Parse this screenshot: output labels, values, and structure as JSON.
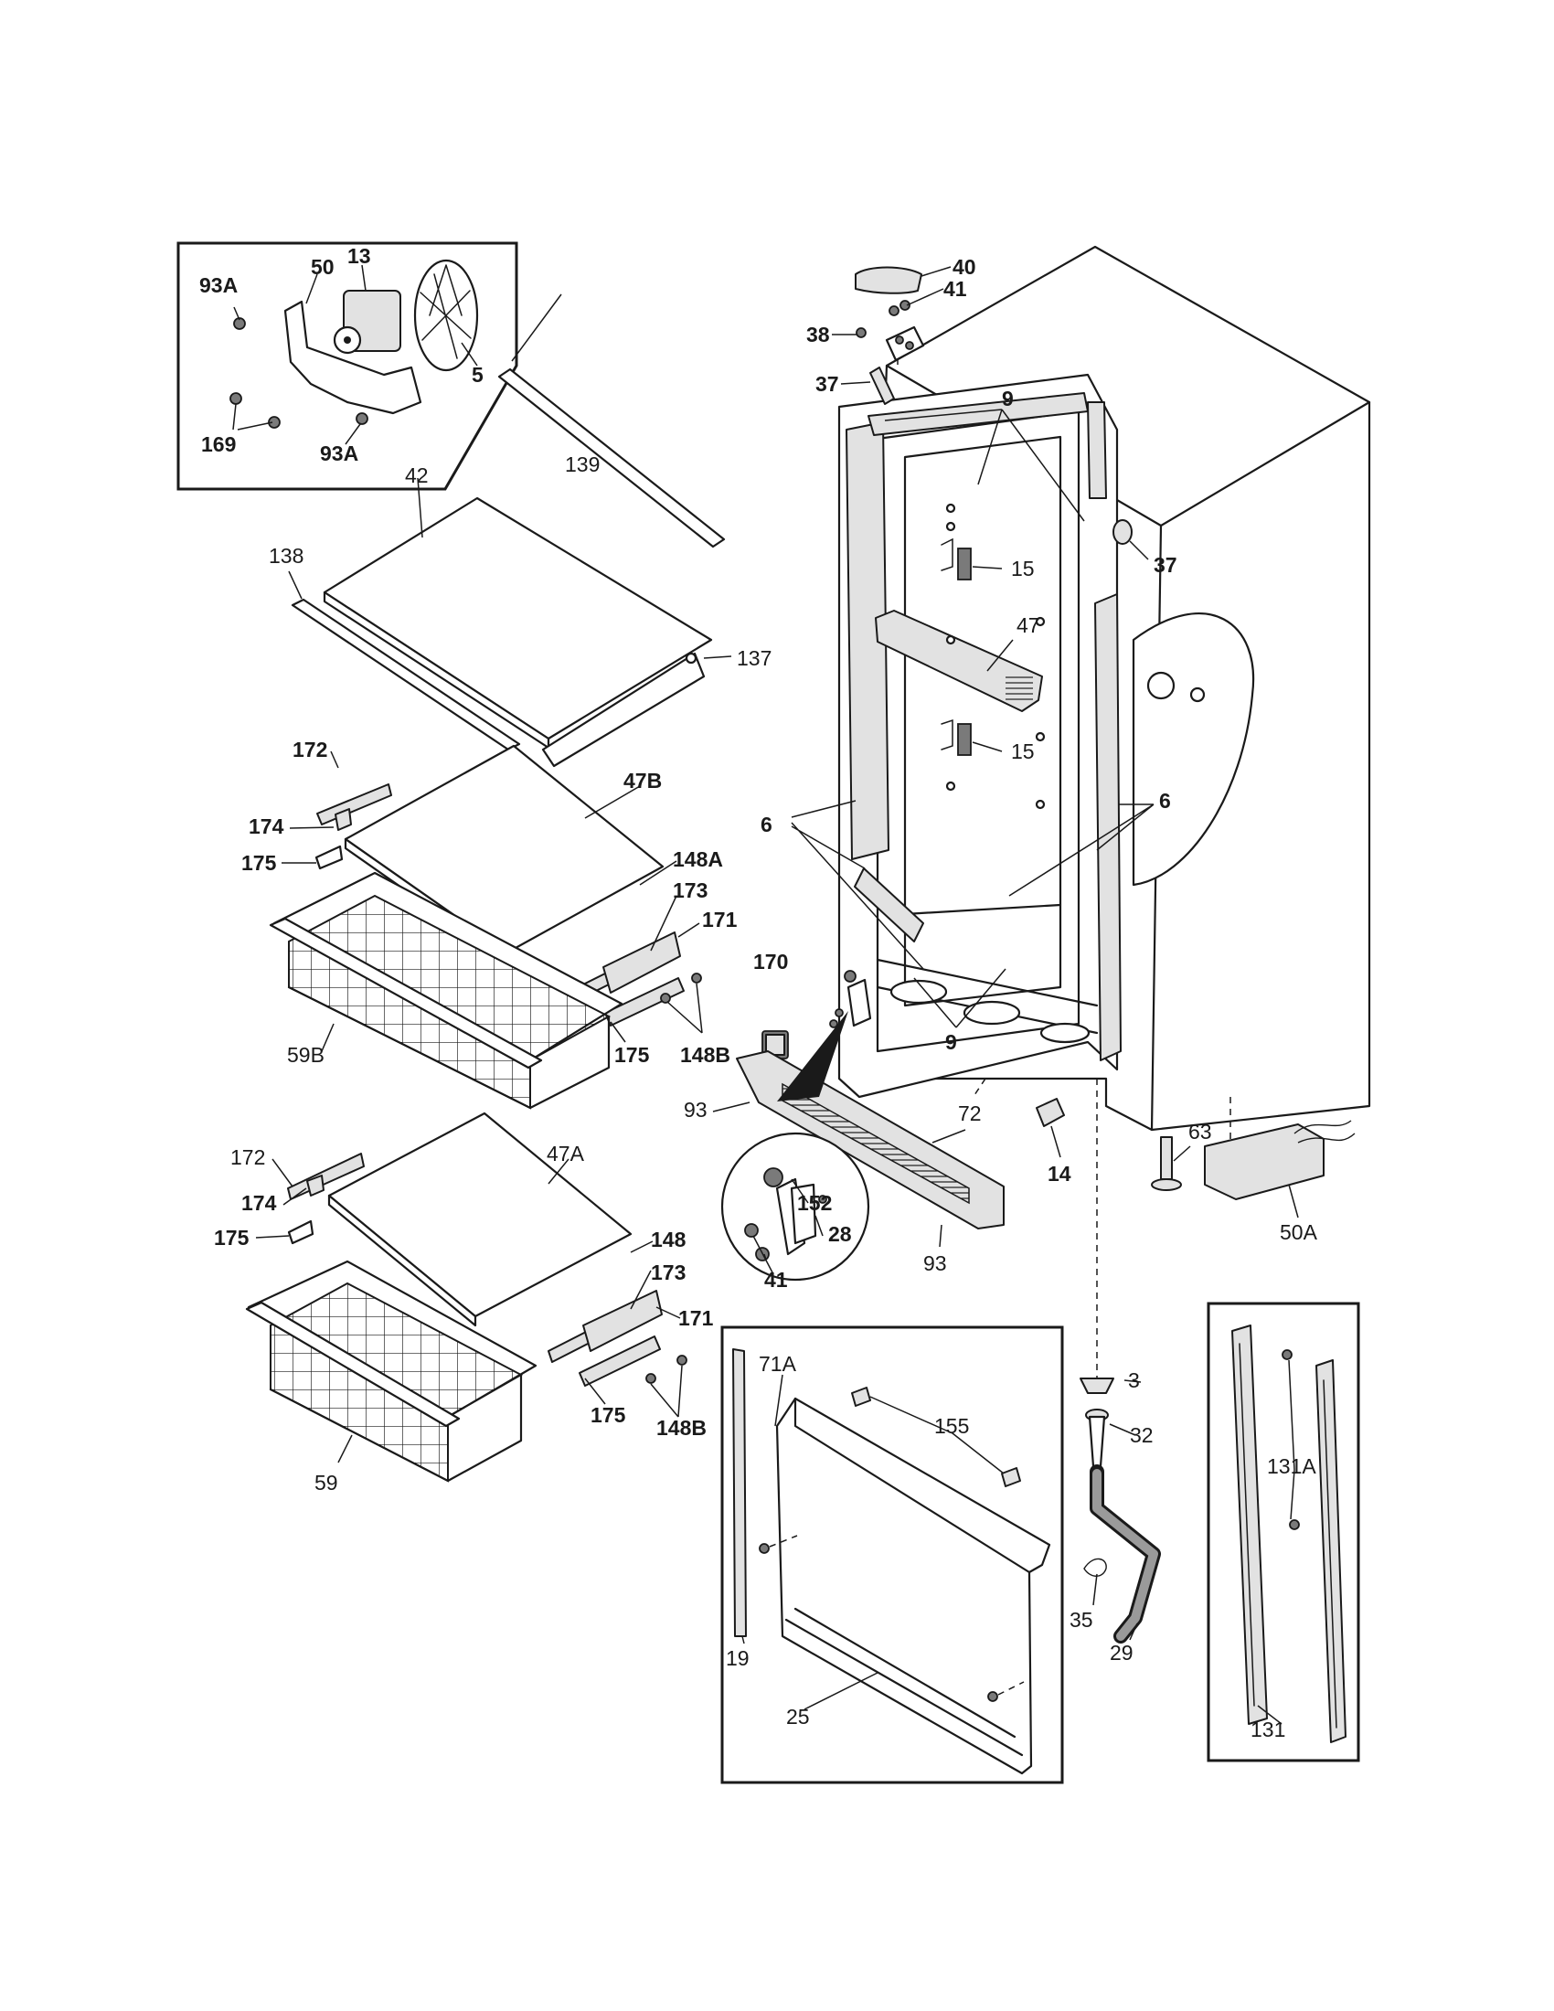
{
  "labels": {
    "p93a_1": "93A",
    "p50": "50",
    "p13": "13",
    "p5": "5",
    "p169": "169",
    "p93a_2": "93A",
    "p42": "42",
    "p139": "139",
    "p138": "138",
    "p137": "137",
    "p172_1": "172",
    "p47b": "47B",
    "p174_1": "174",
    "p175_1": "175",
    "p148a": "148A",
    "p173_1": "173",
    "p171_1": "171",
    "p59b": "59B",
    "p175_2": "175",
    "p148b_1": "148B",
    "p172_2": "172",
    "p47a": "47A",
    "p174_2": "174",
    "p175_3": "175",
    "p148": "148",
    "p173_2": "173",
    "p171_2": "171",
    "p175_4": "175",
    "p148b_2": "148B",
    "p59": "59",
    "p40": "40",
    "p41_1": "41",
    "p38": "38",
    "p37_1": "37",
    "p9_1": "9",
    "p37_2": "37",
    "p15_1": "15",
    "p47": "47",
    "p15_2": "15",
    "p6_1": "6",
    "p6_2": "6",
    "p170": "170",
    "p9_2": "9",
    "p93_1": "93",
    "p72": "72",
    "p14": "14",
    "p63": "63",
    "p50a": "50A",
    "p152": "152",
    "p28": "28",
    "p41_2": "41",
    "p93_2": "93",
    "p71a": "71A",
    "p155": "155",
    "p3": "3",
    "p32": "32",
    "p131a": "131A",
    "p35": "35",
    "p29": "29",
    "p19": "19",
    "p25": "25",
    "p131": "131"
  }
}
